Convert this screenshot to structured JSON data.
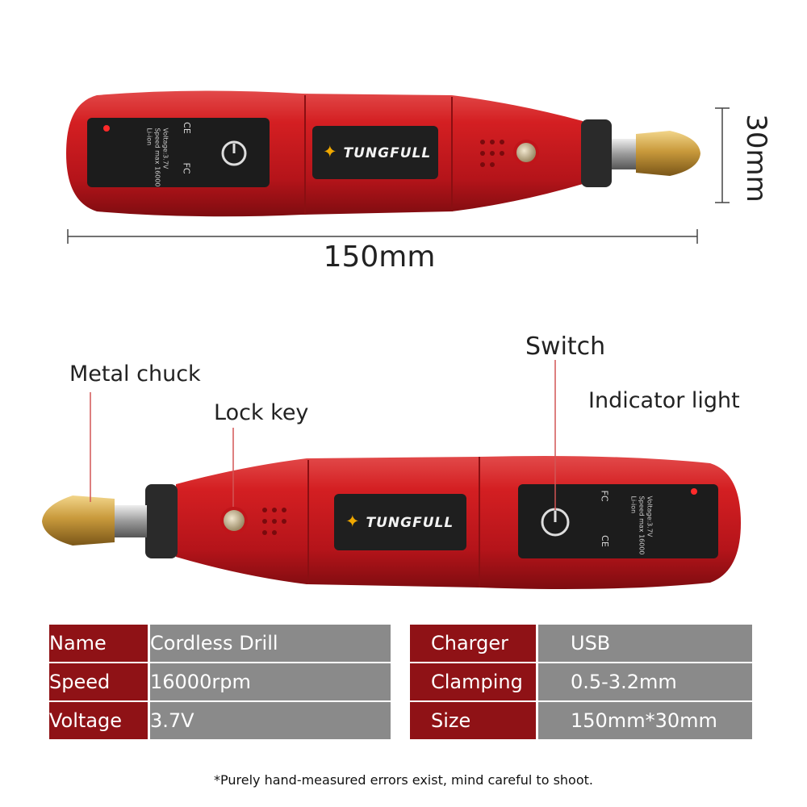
{
  "dimensions": {
    "height_label": "30mm",
    "length_label": "150mm"
  },
  "brand": "TUNGFULL",
  "device_print": {
    "voltage": "Voltage:3.7V",
    "speed": "Speed max 16000",
    "battery": "Li-ion",
    "fc": "FC",
    "ce": "CE"
  },
  "callouts": {
    "metal_chuck": "Metal chuck",
    "lock_key": "Lock key",
    "switch": "Switch",
    "indicator_light": "Indicator light"
  },
  "specs_left": [
    {
      "key": "Name",
      "value": "Cordless Drill"
    },
    {
      "key": "Speed",
      "value": "16000rpm"
    },
    {
      "key": "Voltage",
      "value": "3.7V"
    }
  ],
  "specs_right": [
    {
      "key": "Charger",
      "value": "USB"
    },
    {
      "key": "Clamping",
      "value": "0.5-3.2mm"
    },
    {
      "key": "Size",
      "value": "150mm*30mm"
    }
  ],
  "footnote": "*Purely hand-measured errors exist, mind careful to shoot.",
  "colors": {
    "body_red": "#c8171c",
    "dark_red": "#8f1216",
    "brass": "#c99a3c",
    "panel": "#1c1c1c",
    "table_grey": "#8a8a8a"
  }
}
